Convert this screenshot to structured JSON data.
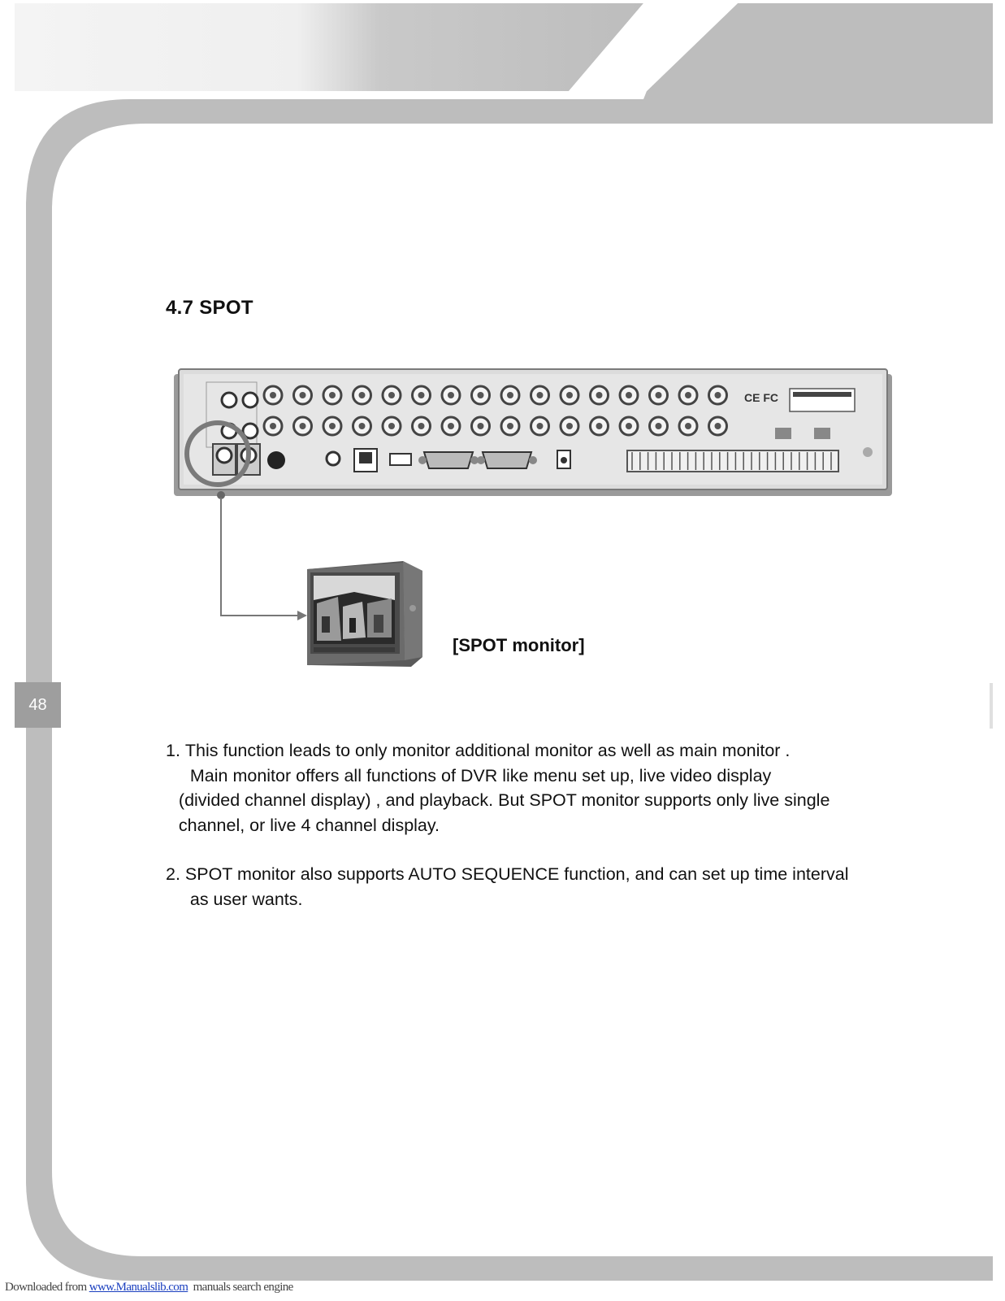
{
  "section": {
    "heading": "4.7  SPOT"
  },
  "figure": {
    "caption": "[SPOT monitor]"
  },
  "page_number": "48",
  "body": {
    "items": [
      {
        "number": "1. ",
        "lines": [
          "This function leads to only monitor additional monitor as well as main monitor .",
          " Main monitor offers all functions of DVR like menu set up, live video display",
          "(divided channel display) , and playback. But SPOT monitor supports only live single",
          "channel, or live 4 channel display."
        ]
      },
      {
        "number": "2. ",
        "lines": [
          "SPOT monitor also supports AUTO SEQUENCE function, and can set up time interval",
          " as user wants."
        ]
      }
    ]
  },
  "footer": {
    "prefix": "Downloaded from ",
    "link_text": "www.Manualslib.com",
    "suffix": "  manuals search engine"
  },
  "colors": {
    "frame_gray": "#bdbdbd",
    "tab_gray": "#9e9e9e",
    "link_blue": "#1a3fbf"
  }
}
